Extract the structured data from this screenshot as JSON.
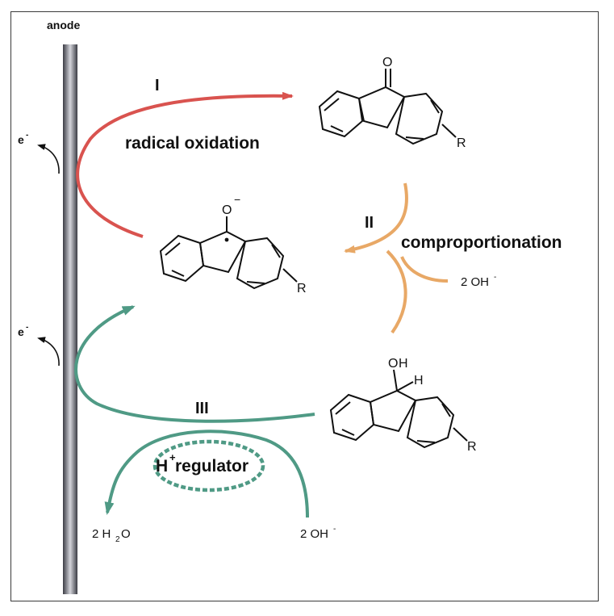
{
  "electrode": {
    "label": "anode"
  },
  "electrons": {
    "top": "e",
    "bottom": "e",
    "charge": "-"
  },
  "steps": {
    "I": {
      "numeral": "I",
      "label": "radical oxidation"
    },
    "II": {
      "numeral": "II",
      "label": "comproportionation"
    },
    "III": {
      "numeral": "III",
      "label": "H",
      "label_sup": "+",
      "label_rest": " regulator"
    }
  },
  "molecules": {
    "fluorenone": {
      "atom_o": "O",
      "group": "R"
    },
    "radical_anion": {
      "atom_o": "O",
      "charge": "−",
      "group": "R"
    },
    "fluorenol": {
      "atom_o": "O",
      "atom_h_blue": "H",
      "atom_h_red": "H",
      "group": "R"
    }
  },
  "reagents": {
    "hydroxide_ii": {
      "prefix": "2 OH",
      "sup": "-"
    },
    "hydroxide_iii": {
      "prefix": "2 OH",
      "sup": "-"
    },
    "water": {
      "prefix": "2 H",
      "sub": "2",
      "suffix": "O"
    }
  },
  "colors": {
    "step_I": "#d9534f",
    "step_II": "#e8a866",
    "step_III": "#4f9a85",
    "h_blue": "#1f7fc9",
    "h_red": "#c0464a"
  }
}
